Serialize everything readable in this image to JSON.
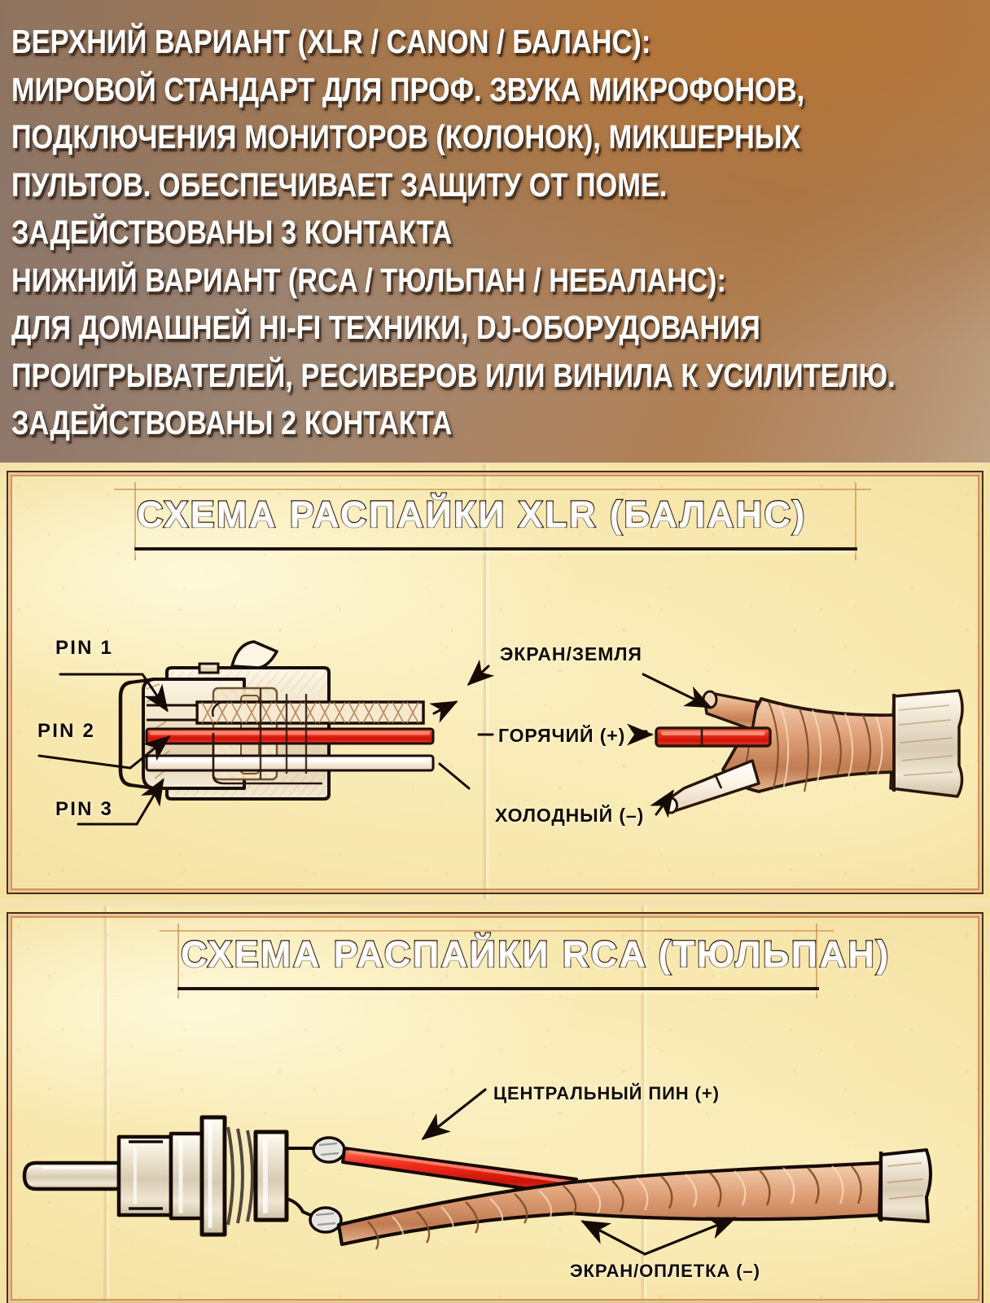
{
  "banner": {
    "lines": [
      "ВЕРХНИЙ ВАРИАНТ (XLR / CANON / БАЛАНС):",
      "МИРОВОЙ СТАНДАРТ ДЛЯ ПРОФ. ЗВУКА МИКРОФОНОВ,",
      "ПОДКЛЮЧЕНИЯ МОНИТОРОВ (КОЛОНОК), МИКШЕРНЫХ",
      "ПУЛЬТОВ. ОБЕСПЕЧИВАЕТ ЗАЩИТУ ОТ ПОМЕ.",
      "ЗАДЕЙСТВОВАНЫ 3 КОНТАКТА",
      "НИЖНИЙ ВАРИАНТ (RCA / ТЮЛЬПАН / НЕБАЛАНС):",
      "ДЛЯ ДОМАШНЕЙ HI-FI ТЕХНИКИ, DJ-ОБОРУДОВАНИЯ",
      "ПРОИГРЫВАТЕЛЕЙ, РЕСИВЕРОВ ИЛИ ВИНИЛА К УСИЛИТЕЛЮ.",
      "ЗАДЕЙСТВОВАНЫ 2 КОНТАКТА"
    ],
    "text_color": "#ffffff",
    "background_left": "#8b7565",
    "background_right": "#b07f55"
  },
  "panel_xlr": {
    "title": "СХЕМА РАСПАЙКИ XLR (БАЛАНС)",
    "labels": {
      "pin1": "PIN 1",
      "pin2": "PIN 2",
      "pin3": "PIN 3",
      "shield": "ЭКРАН/ЗЕМЛЯ",
      "hot": "ГОРЯЧИЙ (+)",
      "cold": "ХОЛОДНЫЙ (–)"
    },
    "colors": {
      "paper": "#f7e7ac",
      "ink": "#22120a",
      "hot_wire": "#e8281e",
      "shield_braid": "#d79468",
      "border": "#4b2f18"
    }
  },
  "panel_rca": {
    "title": "СХЕМА РАСПАЙКИ RCA (ТЮЛЬПАН)",
    "labels": {
      "center_pin": "ЦЕНТРАЛЬНЫЙ ПИН (+)",
      "shield_braid": "ЭКРАН/ОПЛЕТКА (–)"
    },
    "colors": {
      "paper": "#f7e7ac",
      "ink": "#22120a",
      "center_wire": "#e8281e",
      "braid": "#d79468"
    }
  },
  "chart_data": {
    "type": "table",
    "title": "Распайка аудиоразъёмов",
    "categories": [
      "XLR (БАЛАНС)",
      "RCA (ТЮЛЬПАН)"
    ],
    "series": [
      {
        "name": "XLR (БАЛАНС)",
        "contacts": 3,
        "pins": [
          "PIN 1 — ЭКРАН/ЗЕМЛЯ",
          "PIN 2 — ГОРЯЧИЙ (+)",
          "PIN 3 — ХОЛОДНЫЙ (–)"
        ]
      },
      {
        "name": "RCA (ТЮЛЬПАН)",
        "contacts": 2,
        "pins": [
          "ЦЕНТРАЛЬНЫЙ ПИН (+)",
          "ЭКРАН/ОПЛЕТКА (–)"
        ]
      }
    ]
  }
}
